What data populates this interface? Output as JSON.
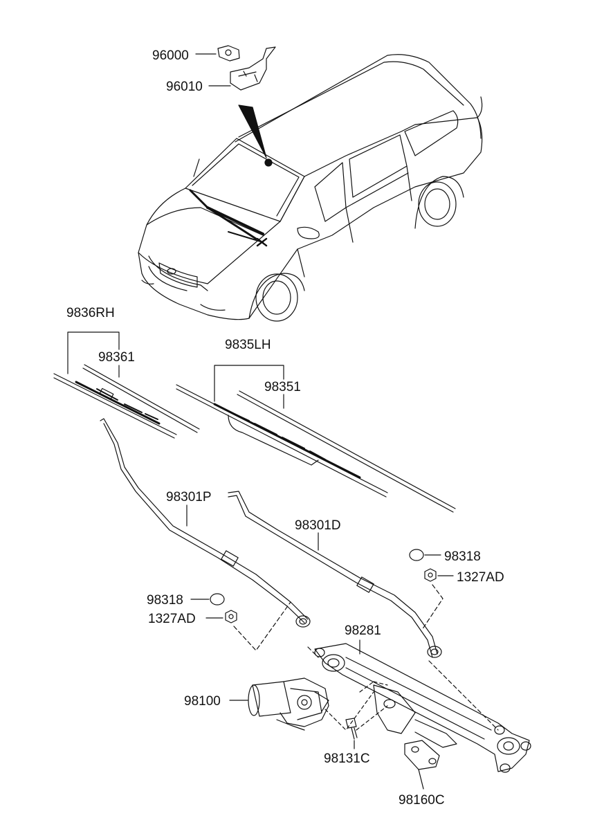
{
  "diagram": {
    "colors": {
      "line": "#111111",
      "background": "#ffffff"
    },
    "labels": {
      "part_96000": "96000",
      "part_96010": "96010",
      "part_9836RH": "9836RH",
      "part_98361": "98361",
      "part_9835LH": "9835LH",
      "part_98351": "98351",
      "part_98301P": "98301P",
      "part_98301D": "98301D",
      "part_98318_right": "98318",
      "part_1327AD_right": "1327AD",
      "part_98318_left": "98318",
      "part_1327AD_left": "1327AD",
      "part_98281": "98281",
      "part_98100": "98100",
      "part_98131C": "98131C",
      "part_98160C": "98160C"
    }
  }
}
